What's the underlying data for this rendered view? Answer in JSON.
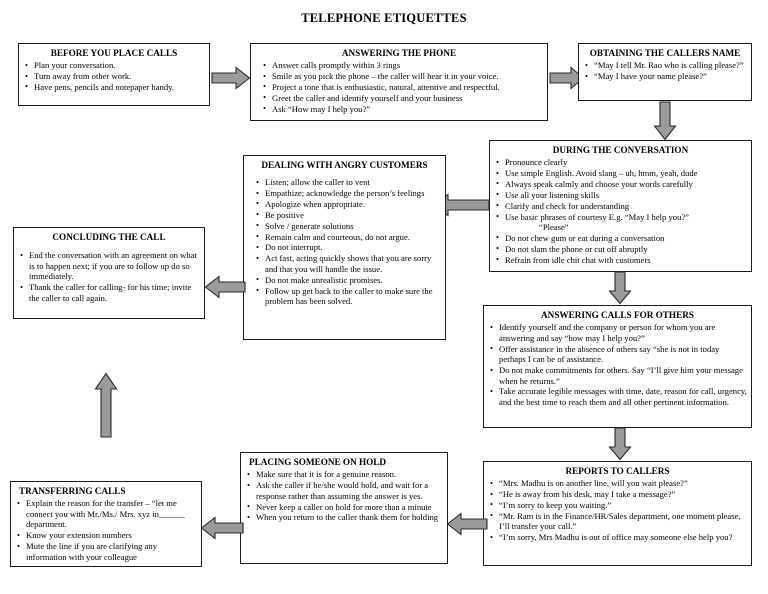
{
  "title": "TELEPHONE ETIQUETTES",
  "colors": {
    "arrow_fill": "#9a9a9a",
    "arrow_stroke": "#2b2b2b",
    "box_border": "#1a1a1a",
    "background": "#ffffff"
  },
  "boxes": {
    "before_you_place_calls": {
      "heading": "BEFORE YOU PLACE CALLS",
      "items": [
        "Plan your conversation.",
        "Turn away from other work.",
        "Have pens, pencils and notepaper handy."
      ]
    },
    "answering_the_phone": {
      "heading": "ANSWERING THE PHONE",
      "items": [
        "Answer calls promptly within 3 rings",
        "Smile as you pick the phone – the caller will hear it in your voice.",
        "Project a tone that is enthusiastic, natural, attentive and respectful.",
        "Greet the caller and identify yourself and your business",
        "Ask “How may I help you?”"
      ]
    },
    "obtaining_the_callers_name": {
      "heading": "OBTAINING THE CALLERS NAME",
      "items": [
        "“May I tell Mr. Rao who is calling please?”",
        "“May I have your name please?”"
      ]
    },
    "during_the_conversation": {
      "heading": "DURING THE CONVERSATION",
      "items": [
        "Pronounce clearly",
        "Use simple English. Avoid slang – uh, hmm, yeah, dude",
        "Always speak calmly and choose your words carefully",
        "Use all your listening skills",
        "Clarify and check for understanding",
        "Use basic phrases of courtesy E.g. “May I help you?”",
        "Do not chew gum or eat during a conversation",
        "Do not slam the phone or cut off abruptly",
        "Refrain from idle chit chat with customers"
      ],
      "courtesy_subline": "“Please”"
    },
    "dealing_with_angry_customers": {
      "heading": "DEALING WITH ANGRY CUSTOMERS",
      "items": [
        "Listen; allow the caller to vent",
        "Empathize; acknowledge the person’s feelings",
        "Apologize when appropriate.",
        "Be positive",
        "Solve / generate solutions",
        "Remain calm and courteous, do not argue.",
        "Do not interrupt.",
        "Act fast, acting quickly shows that you are sorry and that you will handle the issue.",
        "Do not make unrealistic promises.",
        "Follow up get back to the caller to make sure the problem has been solved."
      ]
    },
    "concluding_the_call": {
      "heading": "CONCLUDING THE CALL",
      "items": [
        "End the conversation with an agreement on what is to happen next; if you are to follow up do so immediately.",
        "Thank the caller for calling- for his time; invite the caller to call again."
      ]
    },
    "answering_calls_for_others": {
      "heading": "ANSWERING CALLS FOR OTHERS",
      "items": [
        "Identify yourself and the company or person for whom you are answering and say “how may I help you?”",
        "Offer assistance in the absence of others say “she is not in today perhaps I can be of assistance.",
        "Do not make commitments for others. Say “I’ll give him your message when he returns.”",
        "Take accurate legible messages with time, date, reason for call, urgency, and the best time to reach them and all other pertinent information."
      ]
    },
    "reports_to_callers": {
      "heading": "REPORTS TO CALLERS",
      "items": [
        "“Mrs. Madhu is on another line, will you wait please?”",
        "“He is away from his desk, may I take a message?”",
        "“I’m sorry to keep you waiting.”",
        "“Mr. Ram is in the Finance/HR/Sales department, one moment please, I’ll transfer your call.”",
        "“I’m sorry, Mrs Madhu is out of office may someone else help you?"
      ]
    },
    "placing_someone_on_hold": {
      "heading": "PLACING SOMEONE ON HOLD",
      "items": [
        "Make sure that it is for a genuine reason.",
        "Ask the caller if he/she would hold, and wait for a response rather than assuming the answer is yes.",
        "Never keep a caller on hold for more than a minute",
        "When you return to the caller thank them for holding"
      ]
    },
    "transferring_calls": {
      "heading": "TRANSFERRING CALLS",
      "items": [
        "Explain the reason for the transfer – “let me connect you with Mr./Ms./ Mrs. xyz in______ department.",
        "Know your extension numbers",
        "Mute the line if you are clarifying any information with your colleague"
      ]
    }
  },
  "connectors": [
    {
      "name": "arrow-before-to-answering",
      "direction": "right"
    },
    {
      "name": "arrow-answering-to-obtaining",
      "direction": "right"
    },
    {
      "name": "arrow-obtaining-to-during",
      "direction": "down"
    },
    {
      "name": "arrow-during-to-angry",
      "direction": "left"
    },
    {
      "name": "arrow-angry-to-concluding",
      "direction": "left"
    },
    {
      "name": "arrow-concluding-up",
      "direction": "up"
    },
    {
      "name": "arrow-during-to-answering-others",
      "direction": "down"
    },
    {
      "name": "arrow-answering-others-to-reports",
      "direction": "down"
    },
    {
      "name": "arrow-reports-to-hold",
      "direction": "left"
    },
    {
      "name": "arrow-hold-to-transferring",
      "direction": "left"
    }
  ]
}
